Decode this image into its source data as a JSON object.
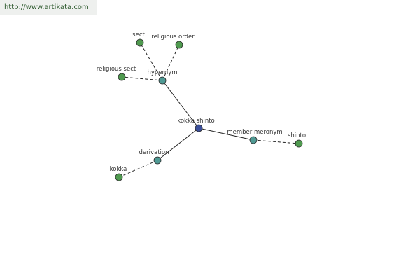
{
  "banner": {
    "url": "http://www.artikata.com"
  },
  "colors": {
    "center": "#3b4f9a",
    "relation": "#4f9a94",
    "leaf": "#4f9a4f"
  },
  "graph": {
    "nodes": [
      {
        "id": "kokka-shinto",
        "label": "kokka shinto",
        "kind": "center"
      },
      {
        "id": "hypernym",
        "label": "hypernym",
        "kind": "relation"
      },
      {
        "id": "member-meronym",
        "label": "member meronym",
        "kind": "relation"
      },
      {
        "id": "derivation",
        "label": "derivation",
        "kind": "relation"
      },
      {
        "id": "sect",
        "label": "sect",
        "kind": "leaf"
      },
      {
        "id": "religious-order",
        "label": "religious order",
        "kind": "leaf"
      },
      {
        "id": "religious-sect",
        "label": "religious sect",
        "kind": "leaf"
      },
      {
        "id": "shinto",
        "label": "shinto",
        "kind": "leaf"
      },
      {
        "id": "kokka",
        "label": "kokka",
        "kind": "leaf"
      }
    ],
    "edges": [
      {
        "from": "kokka-shinto",
        "to": "hypernym",
        "style": "solid"
      },
      {
        "from": "kokka-shinto",
        "to": "member-meronym",
        "style": "solid"
      },
      {
        "from": "kokka-shinto",
        "to": "derivation",
        "style": "solid"
      },
      {
        "from": "hypernym",
        "to": "sect",
        "style": "dashed"
      },
      {
        "from": "hypernym",
        "to": "religious-order",
        "style": "dashed"
      },
      {
        "from": "hypernym",
        "to": "religious-sect",
        "style": "dashed"
      },
      {
        "from": "member-meronym",
        "to": "shinto",
        "style": "dashed"
      },
      {
        "from": "derivation",
        "to": "kokka",
        "style": "dashed"
      }
    ]
  }
}
